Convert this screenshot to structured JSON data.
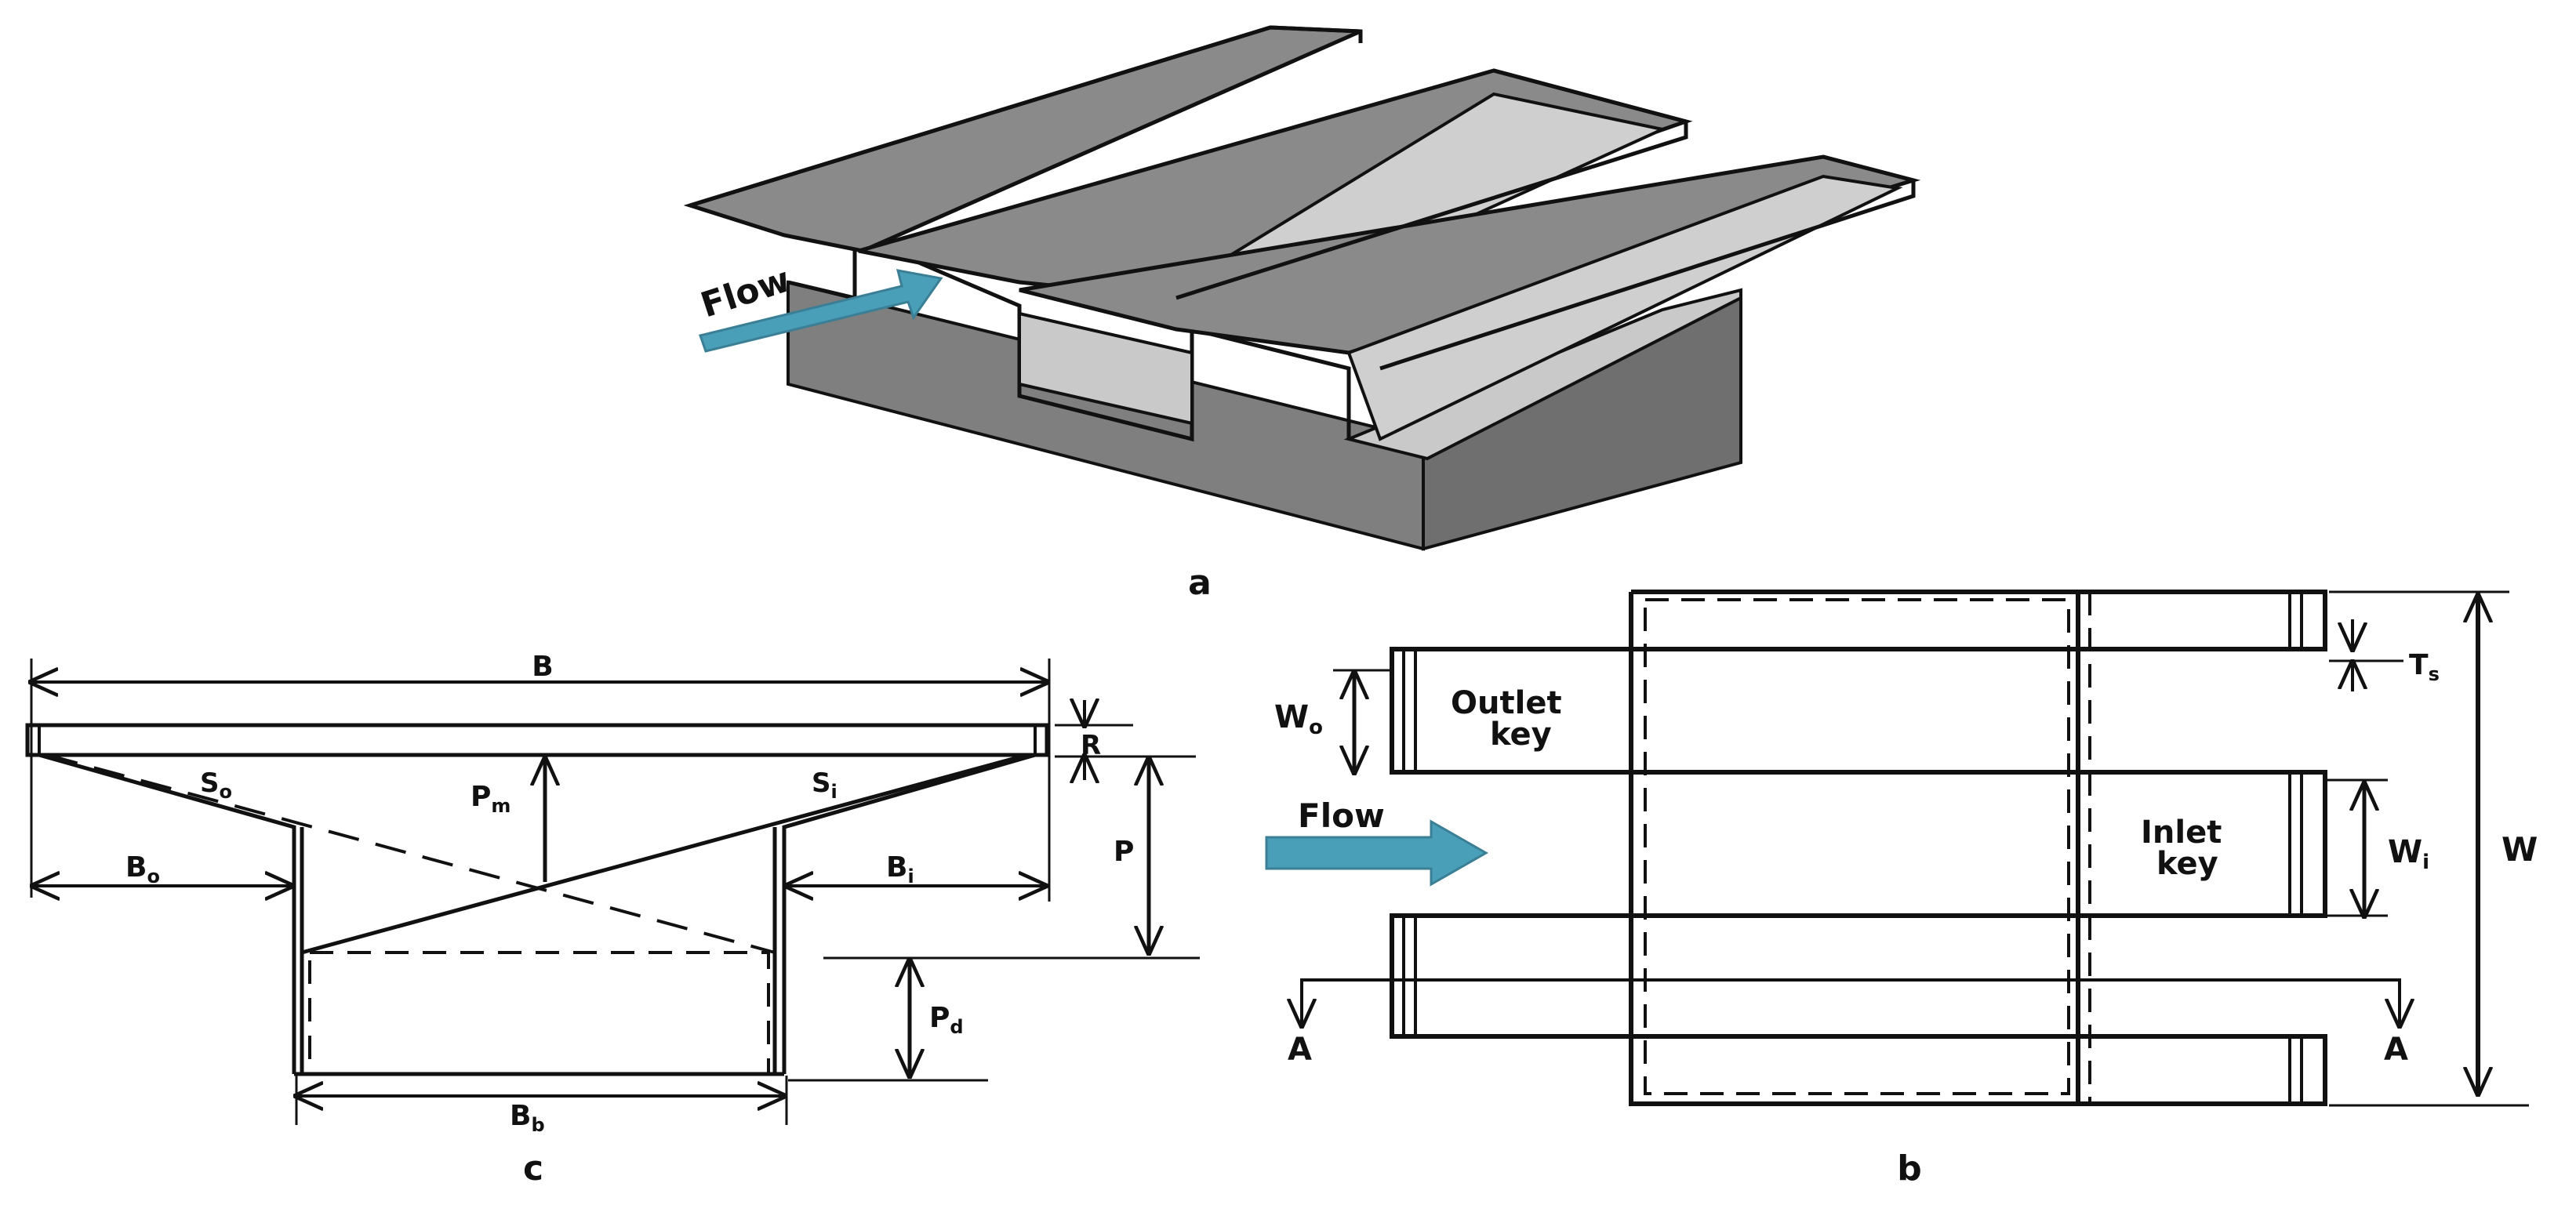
{
  "panel_a": {
    "flow_label": "Flow",
    "caption": "a"
  },
  "panel_c": {
    "caption": "c",
    "labels": {
      "B": "B",
      "R": "R",
      "So": "S",
      "So_sub": "o",
      "Si": "S",
      "Si_sub": "i",
      "Pm": "P",
      "Pm_sub": "m",
      "P": "P",
      "Bo": "B",
      "Bo_sub": "o",
      "Bi": "B",
      "Bi_sub": "i",
      "Pd": "P",
      "Pd_sub": "d",
      "Bb": "B",
      "Bb_sub": "b"
    }
  },
  "panel_b": {
    "caption": "b",
    "flow_label": "Flow",
    "outlet_key_line1": "Outlet",
    "outlet_key_line2": "key",
    "inlet_key_line1": "Inlet",
    "inlet_key_line2": "key",
    "labels": {
      "Wo": "W",
      "Wo_sub": "o",
      "Wi": "W",
      "Wi_sub": "i",
      "W": "W",
      "Ts": "T",
      "Ts_sub": "s",
      "A_left": "A",
      "A_right": "A"
    }
  },
  "colors": {
    "wall_dark": "#7f7f7f",
    "wall_light": "#c9c9c9",
    "flow_arrow": "#4a9fb8",
    "line": "#111111"
  }
}
